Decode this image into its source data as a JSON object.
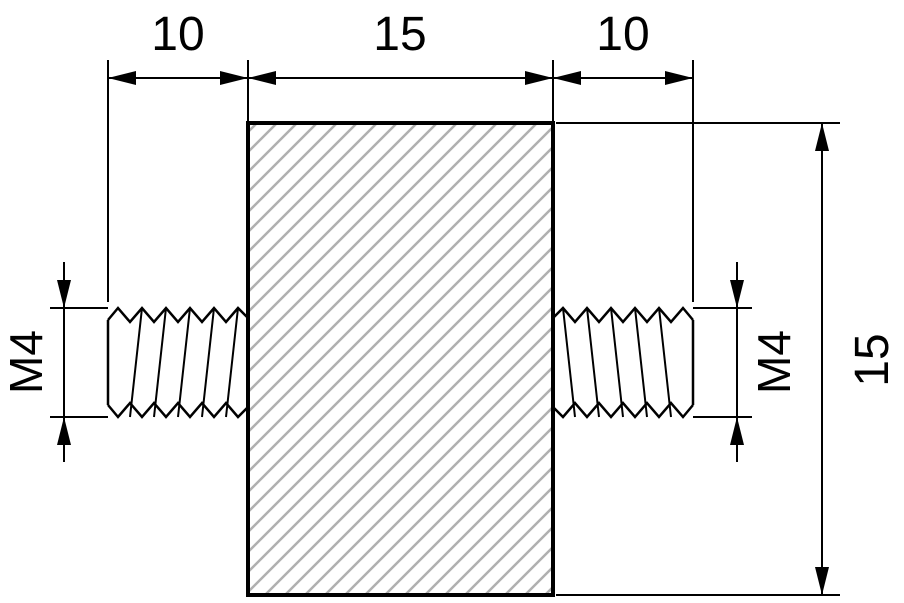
{
  "drawing": {
    "type": "technical-dimension-drawing",
    "part": "cylindrical spacer with threaded studs, hatched section view",
    "dimensions": {
      "left_stud_length": "10",
      "body_width": "15",
      "right_stud_length": "10",
      "left_thread": "M4",
      "right_thread": "M4",
      "body_height": "15"
    },
    "colors": {
      "line": "#000000",
      "hatch": "#b0b0b0",
      "background": "#ffffff"
    }
  }
}
